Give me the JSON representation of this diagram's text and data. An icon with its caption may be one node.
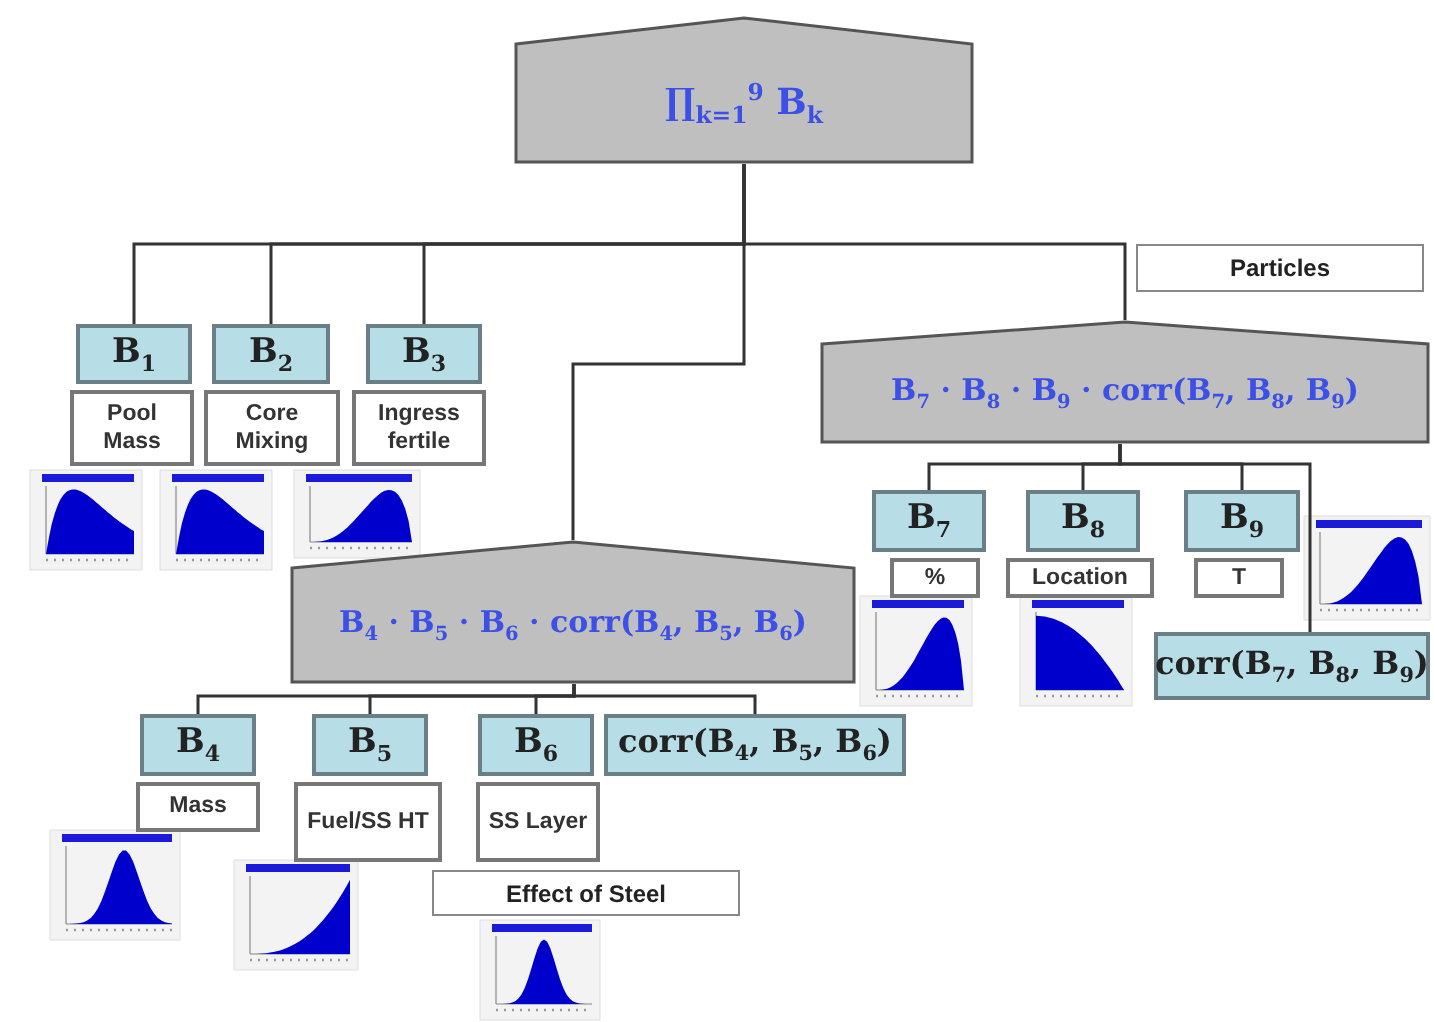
{
  "diagram": {
    "nodes": [
      {
        "text": [
          "∏$_{k=1}$$^{9}$ B$_{k}$"
        ]
      },
      {
        "text": [
          "B$_{1}$",
          "Pool Mass"
        ]
      },
      {
        "text": [
          "B$_{2}$",
          "Core Mixing"
        ]
      },
      {
        "text": [
          "B$_{3}$",
          "Ingress fertile"
        ]
      },
      {
        "text": [
          "B$_{7}$ · B$_{8}$ · B$_{9}$ · corr(B$_{7}$, B$_{8}$, B$_{9}$)"
        ],
        "beside": [
          "Particles"
        ]
      },
      {
        "text": [
          "B$_{7}$",
          "%"
        ]
      },
      {
        "text": [
          "B$_{8}$",
          "Location"
        ]
      },
      {
        "text": [
          "B$_{9}$",
          "T"
        ]
      },
      {
        "text": [
          "corr(B$_{7}$, B$_{8}$, B$_{9}$)"
        ]
      },
      {
        "text": [
          "B$_{4}$ · B$_{5}$ · B$_{6}$ · corr(B$_{4}$, B$_{5}$, B$_{6}$)"
        ]
      },
      {
        "text": [
          "B$_{4}$",
          "Mass"
        ]
      },
      {
        "text": [
          "B$_{5}$",
          "Fuel/SS HT"
        ]
      },
      {
        "text": [
          "B$_{6}$",
          "SS Layer"
        ],
        "beside": [
          "Effect of Steel"
        ]
      },
      {
        "text": [
          "corr(B$_{4}$, B$_{5}$, B$_{6}$)"
        ]
      }
    ],
    "edges": [
      {
        "from": 0,
        "to": 1,
        "arrow": "none"
      },
      {
        "from": 0,
        "to": 2,
        "arrow": "none"
      },
      {
        "from": 0,
        "to": 3,
        "arrow": "none"
      },
      {
        "from": 0,
        "to": 9,
        "arrow": "none"
      },
      {
        "from": 0,
        "to": 4,
        "arrow": "none"
      },
      {
        "from": 4,
        "to": 5,
        "arrow": "none"
      },
      {
        "from": 4,
        "to": 6,
        "arrow": "none"
      },
      {
        "from": 4,
        "to": 7,
        "arrow": "none"
      },
      {
        "from": 4,
        "to": 8,
        "arrow": "none"
      },
      {
        "from": 9,
        "to": 10,
        "arrow": "none"
      },
      {
        "from": 9,
        "to": 11,
        "arrow": "none"
      },
      {
        "from": 9,
        "to": 12,
        "arrow": "none"
      },
      {
        "from": 9,
        "to": 13,
        "arrow": "none"
      }
    ]
  }
}
